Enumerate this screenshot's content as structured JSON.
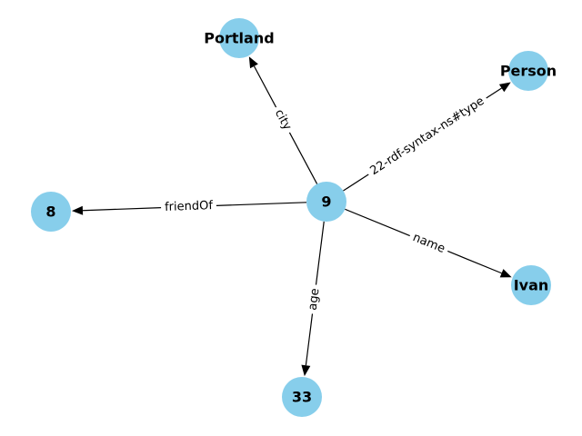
{
  "graph": {
    "node_color": "#87ceeb",
    "edge_color": "#000000",
    "nodes": [
      {
        "id": "n9",
        "label": "9"
      },
      {
        "id": "nPortland",
        "label": "Portland"
      },
      {
        "id": "nPerson",
        "label": "Person"
      },
      {
        "id": "n8",
        "label": "8"
      },
      {
        "id": "nIvan",
        "label": "Ivan"
      },
      {
        "id": "n33",
        "label": "33"
      }
    ],
    "edges": [
      {
        "from": "n9",
        "to": "nPortland",
        "label": "city"
      },
      {
        "from": "n9",
        "to": "nPerson",
        "label": "22-rdf-syntax-ns#type"
      },
      {
        "from": "n9",
        "to": "n8",
        "label": "friendOf"
      },
      {
        "from": "n9",
        "to": "nIvan",
        "label": "name"
      },
      {
        "from": "n9",
        "to": "n33",
        "label": "age"
      }
    ]
  }
}
